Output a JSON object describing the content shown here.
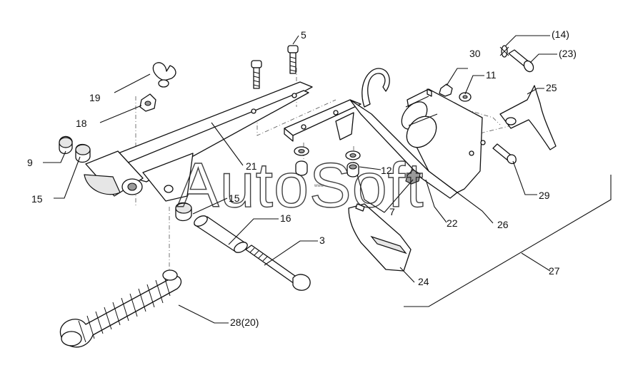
{
  "watermark": {
    "text": "AutoSoft",
    "small_text": "www"
  },
  "labels": [
    {
      "id": "l5",
      "text": "5"
    },
    {
      "id": "l14",
      "text": "(14)"
    },
    {
      "id": "l23",
      "text": "(23)"
    },
    {
      "id": "l30",
      "text": "30"
    },
    {
      "id": "l11",
      "text": "11"
    },
    {
      "id": "l25",
      "text": "25"
    },
    {
      "id": "l19",
      "text": "19"
    },
    {
      "id": "l18",
      "text": "18"
    },
    {
      "id": "l9",
      "text": "9"
    },
    {
      "id": "l15a",
      "text": "15"
    },
    {
      "id": "l21",
      "text": "21"
    },
    {
      "id": "l12",
      "text": "12"
    },
    {
      "id": "l15b",
      "text": "15"
    },
    {
      "id": "l16",
      "text": "16"
    },
    {
      "id": "l7",
      "text": "7"
    },
    {
      "id": "l22",
      "text": "22"
    },
    {
      "id": "l26",
      "text": "26"
    },
    {
      "id": "l29",
      "text": "29"
    },
    {
      "id": "l27",
      "text": "27"
    },
    {
      "id": "l3",
      "text": "3"
    },
    {
      "id": "l24",
      "text": "24"
    },
    {
      "id": "l28",
      "text": "28(20)"
    }
  ]
}
